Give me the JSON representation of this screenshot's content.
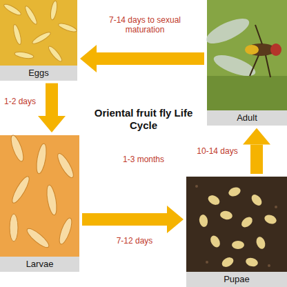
{
  "diagram": {
    "title": "Oriental fruit fly Life Cycle",
    "nodes": [
      {
        "text": [
          "Eggs"
        ]
      },
      {
        "text": [
          "Adult"
        ]
      },
      {
        "text": [
          "Larvae"
        ]
      },
      {
        "text": [
          "Pupae"
        ]
      }
    ],
    "edges": [
      {
        "from": 1,
        "to": 0,
        "arrow": "to",
        "label": "7-14 days to sexual maturation"
      },
      {
        "from": 0,
        "to": 2,
        "arrow": "to",
        "label": "1-2 days"
      },
      {
        "from": 2,
        "to": 3,
        "arrow": "to",
        "label": "7-12 days"
      },
      {
        "from": 3,
        "to": 1,
        "arrow": "to",
        "label": "10-14 days"
      }
    ],
    "labels": [
      "1-3 months"
    ]
  }
}
